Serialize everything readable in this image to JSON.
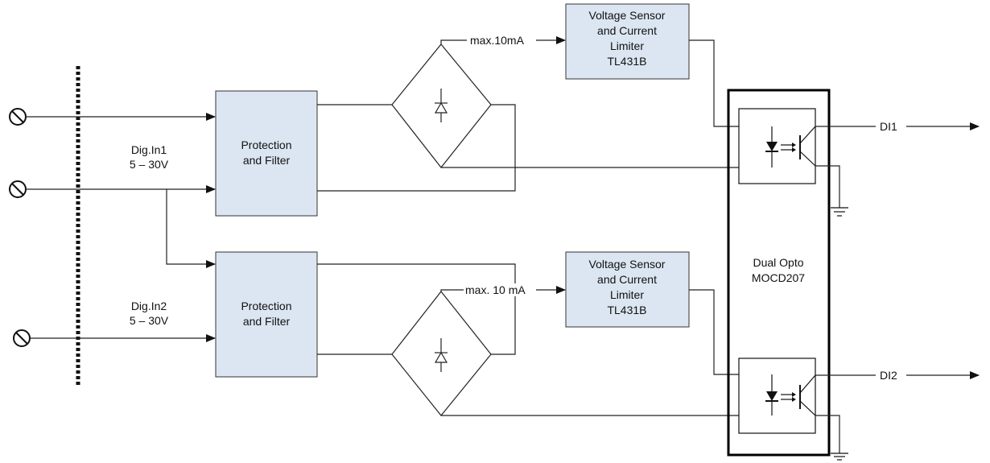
{
  "blocks": {
    "protection1": [
      "Protection",
      "and Filter"
    ],
    "protection2": [
      "Protection",
      "and Filter"
    ],
    "sensor1": [
      "Voltage Sensor",
      "and Current",
      "Limiter",
      "TL431B"
    ],
    "sensor2": [
      "Voltage Sensor",
      "and Current",
      "Limiter",
      "TL431B"
    ],
    "opto": [
      "Dual Opto",
      "MOCD207"
    ]
  },
  "labels": {
    "in1": [
      "Dig.In1",
      "5 – 30V"
    ],
    "in2": [
      "Dig.In2",
      "5 – 30V"
    ],
    "current1": "max.10mA",
    "current2": "max. 10 mA",
    "out1": "DI1",
    "out2": "DI2"
  },
  "colors": {
    "block_fill": "#dce6f2",
    "line": "#222222"
  }
}
